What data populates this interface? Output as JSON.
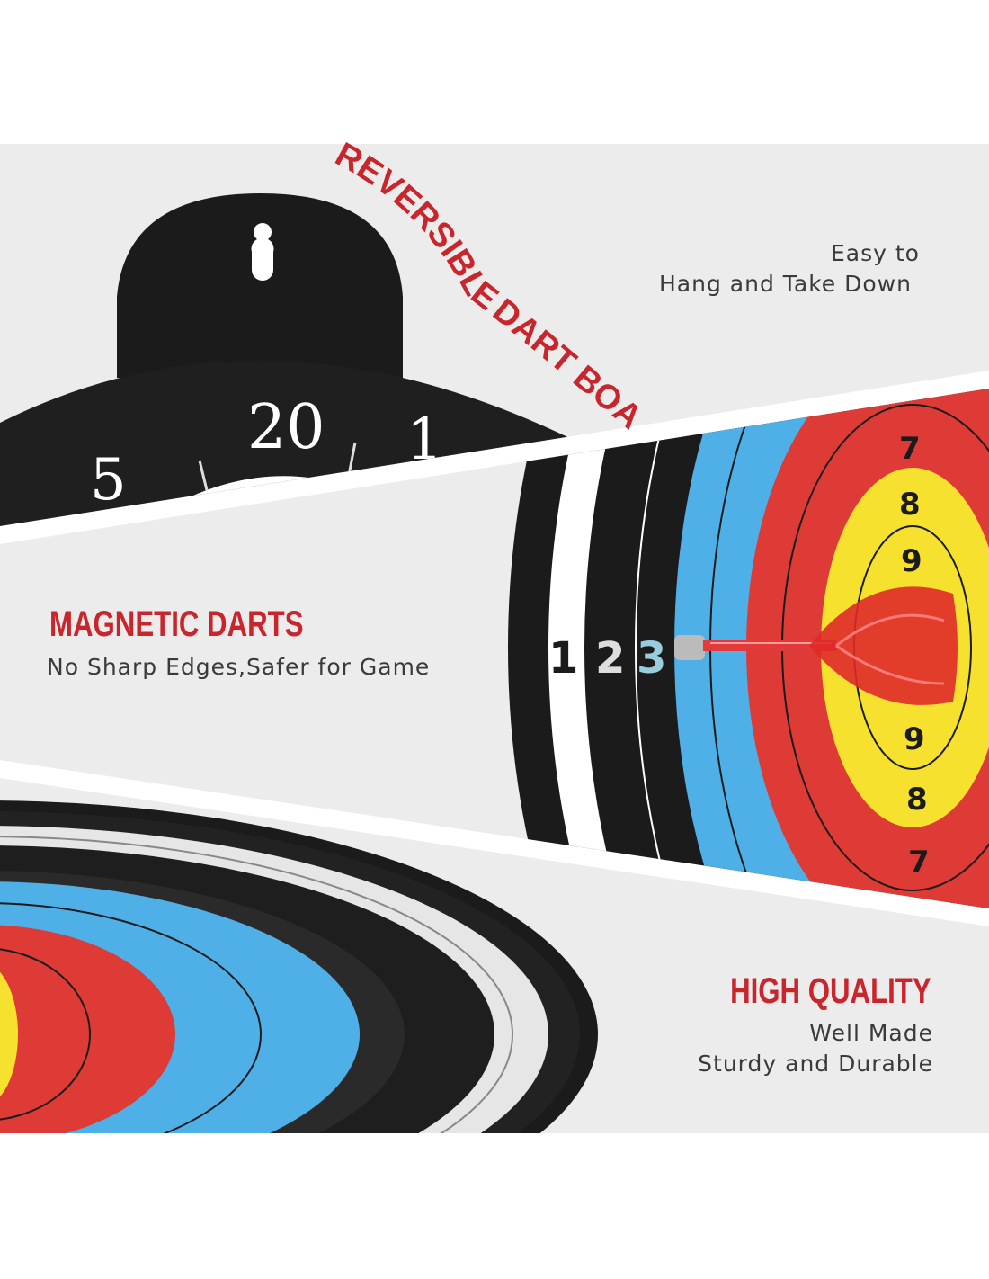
{
  "top_section": {
    "curved_title_line1": "REVERSIBLE",
    "curved_title_line2": "DART BOARD",
    "caption_line1": "Easy to",
    "caption_line2": "Hang and Take Down",
    "board_numbers": [
      "5",
      "20",
      "1"
    ]
  },
  "middle_section": {
    "heading": "MAGNETIC DARTS",
    "caption": "No Sharp Edges,Safer for Game",
    "ring_numbers": [
      "7",
      "8",
      "9",
      "9",
      "8",
      "7"
    ],
    "score_numbers": [
      "1",
      "2",
      "3"
    ]
  },
  "bottom_section": {
    "heading": "HIGH QUALITY",
    "caption_line1": "Well Made",
    "caption_line2": "Sturdy and Durable"
  },
  "colors": {
    "accent_red": "#c8262c",
    "background": "#ededed",
    "target_yellow": "#f5e12e",
    "target_red": "#de3a36",
    "target_blue": "#4fb0e8",
    "board_black": "#1b1b1b"
  }
}
